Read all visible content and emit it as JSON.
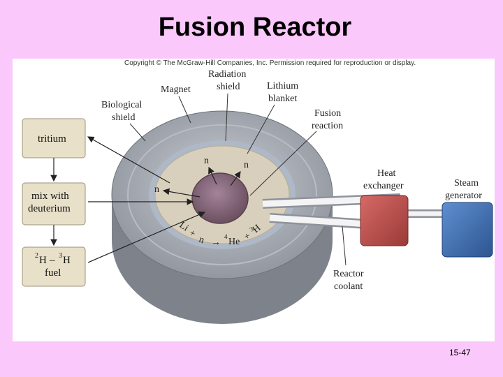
{
  "slide": {
    "title": "Fusion Reactor",
    "copyright": "Copyright © The McGraw-Hill Companies, Inc. Permission required for reproduction or display.",
    "page_number": "15-47"
  },
  "diagram": {
    "labels": {
      "radiation_shield": [
        "Radiation",
        "shield"
      ],
      "magnet": "Magnet",
      "lithium_blanket": [
        "Lithium",
        "blanket"
      ],
      "biological_shield": [
        "Biological",
        "shield"
      ],
      "fusion_reaction": [
        "Fusion",
        "reaction"
      ],
      "heat_exchanger": [
        "Heat",
        "exchanger"
      ],
      "steam_generator": [
        "Steam",
        "generator"
      ],
      "reactor_coolant": [
        "Reactor",
        "coolant"
      ]
    },
    "neutrons": [
      "n",
      "n",
      "n"
    ],
    "reaction_text": [
      "Li",
      "+",
      "n",
      "→",
      "He",
      "+",
      "H"
    ],
    "reaction_superscripts": [
      "4",
      "3"
    ],
    "boxes": {
      "tritium": "tritium",
      "mix": [
        "mix with",
        "deuterium"
      ],
      "fuel": {
        "isotope_a_mass": "2",
        "isotope_a": "H",
        "dash": "–",
        "isotope_b_mass": "3",
        "isotope_b": "H",
        "second_line": "fuel"
      }
    },
    "colors": {
      "plasma": "#8a6a7a",
      "blanket": "#d8d0bc",
      "shield": "#9a9fa8",
      "heat_exchanger": "#c0504d",
      "steam_generator": "#3e6fb5",
      "fuel_boxes": "#e8e0c8"
    }
  }
}
